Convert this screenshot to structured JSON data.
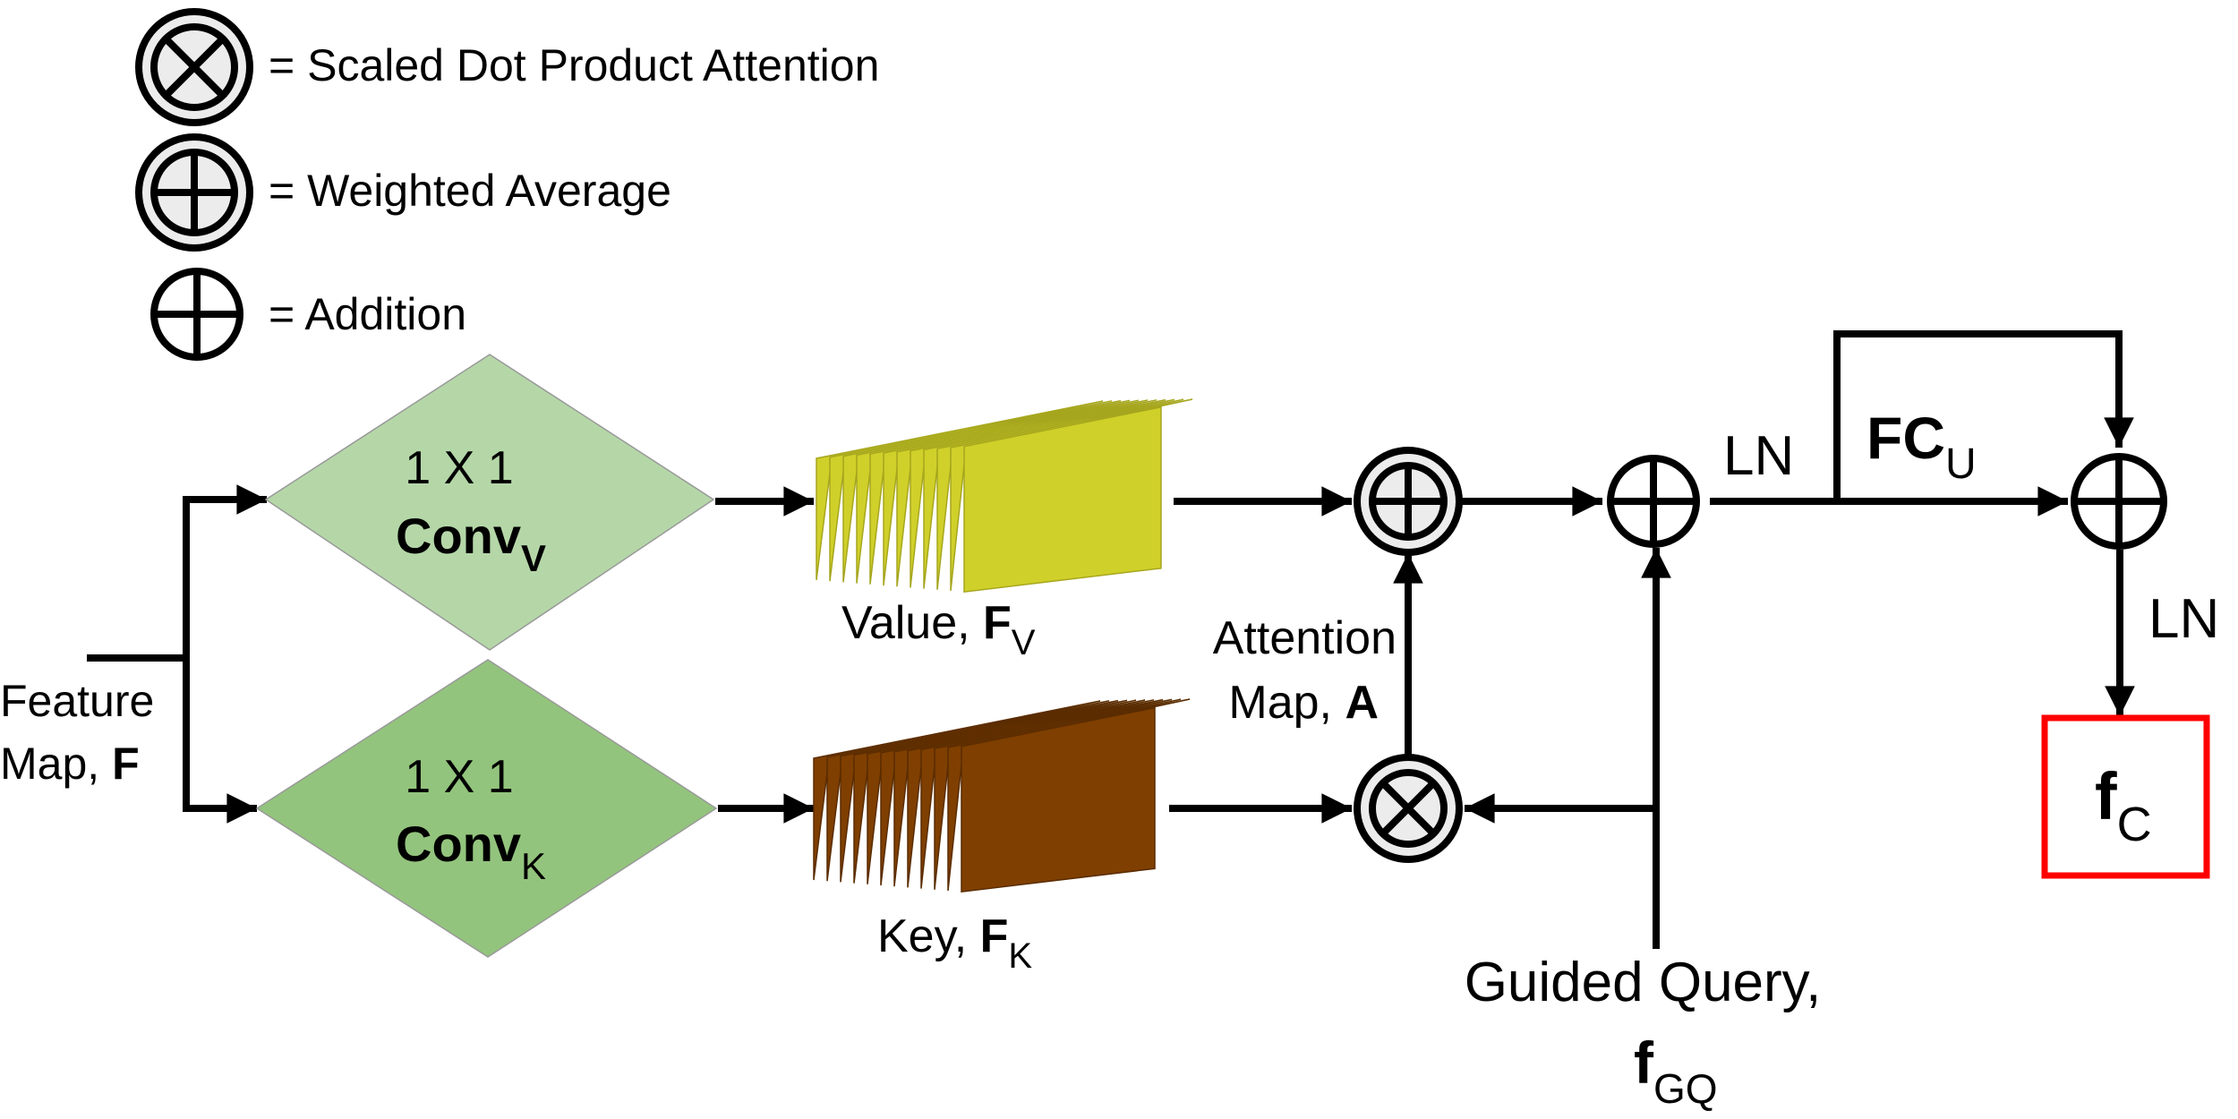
{
  "legend": [
    {
      "symbol": "scaled-dot-product-icon",
      "text": "= Scaled Dot Product Attention"
    },
    {
      "symbol": "weighted-average-icon",
      "text": "= Weighted Average"
    },
    {
      "symbol": "addition-icon",
      "text": "= Addition"
    }
  ],
  "input": {
    "line1": "Feature",
    "line2_prefix": "Map, ",
    "line2_bold": "F"
  },
  "conv_v": {
    "line1": "1 X 1",
    "name": "Conv",
    "sub": "V",
    "color": "#b5d7a8"
  },
  "conv_k": {
    "line1": "1 X 1",
    "name": "Conv",
    "sub": "K",
    "color": "#93c47d"
  },
  "value": {
    "prefix": "Value, ",
    "bold": "F",
    "sub": "V",
    "color": "#d0d02a",
    "edge": "#a6a61e"
  },
  "key": {
    "prefix": "Key, ",
    "bold": "F",
    "sub": "K",
    "color": "#7f3f00",
    "edge": "#5a2c00"
  },
  "attention_map": {
    "line1": "Attention",
    "line2_prefix": "Map, ",
    "line2_bold": "A"
  },
  "guided_query": {
    "line1": "Guided Query,",
    "bold": "f",
    "sub": "GQ"
  },
  "ln_top": "LN",
  "ln_right": "LN",
  "fc": {
    "bold": "FC",
    "sub": "U"
  },
  "output": {
    "bold": "f",
    "sub": "C",
    "border_color": "#ff0000"
  },
  "colors": {
    "node_fill": "#ececec",
    "line": "#000000"
  }
}
